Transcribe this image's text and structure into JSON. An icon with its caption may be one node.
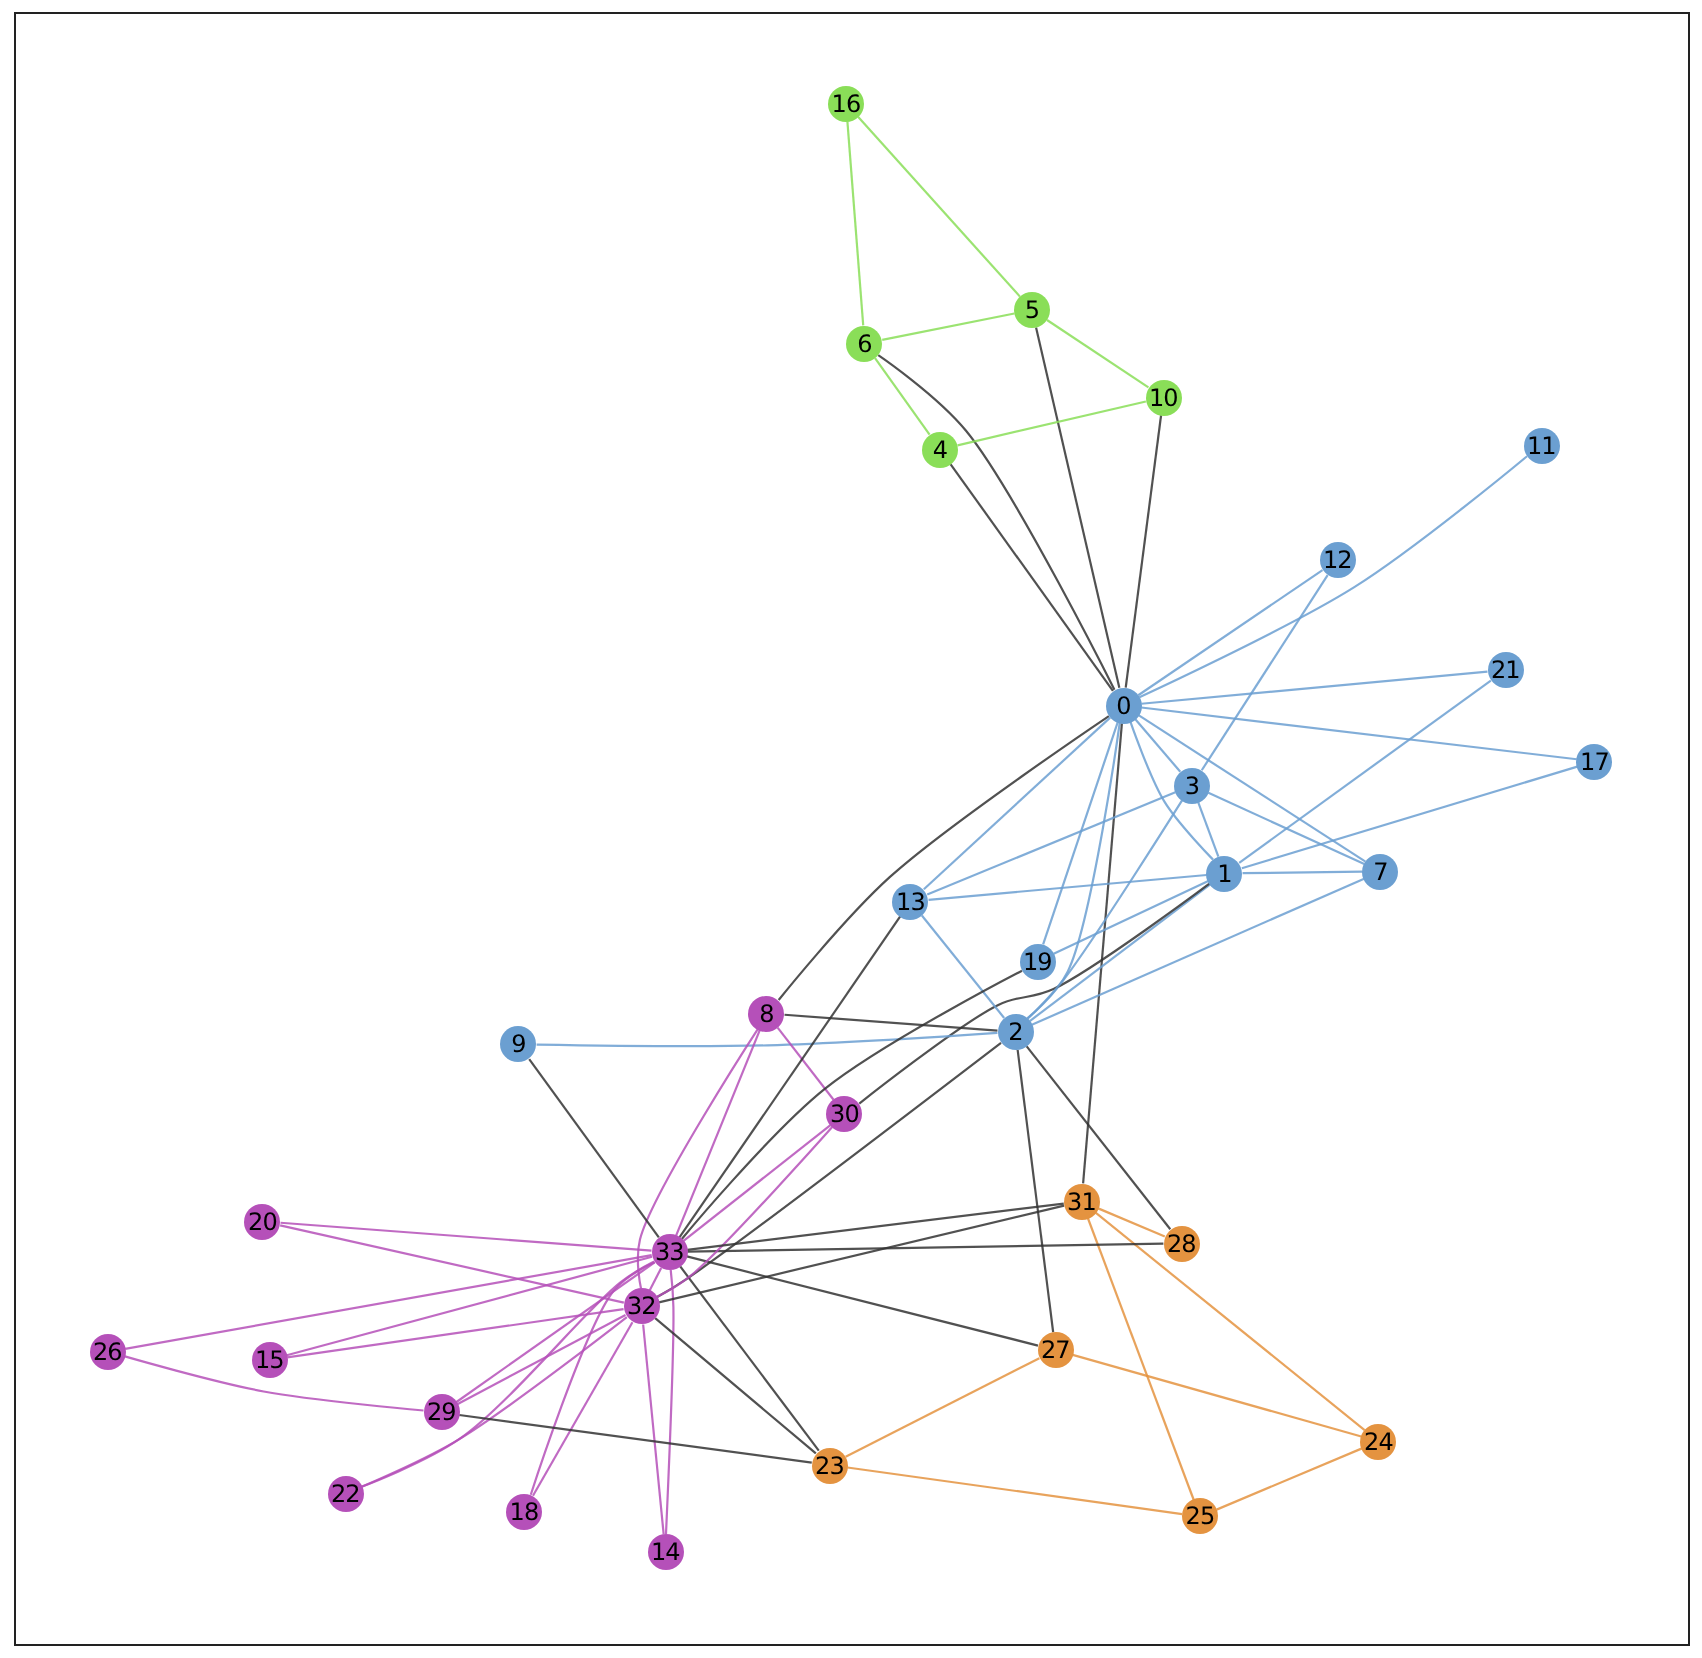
{
  "diagram": {
    "nodes": [
      {
        "text": [
          "0"
        ]
      },
      {
        "text": [
          "1"
        ]
      },
      {
        "text": [
          "2"
        ]
      },
      {
        "text": [
          "3"
        ]
      },
      {
        "text": [
          "4"
        ]
      },
      {
        "text": [
          "5"
        ]
      },
      {
        "text": [
          "6"
        ]
      },
      {
        "text": [
          "7"
        ]
      },
      {
        "text": [
          "8"
        ]
      },
      {
        "text": [
          "9"
        ]
      },
      {
        "text": [
          "10"
        ]
      },
      {
        "text": [
          "11"
        ]
      },
      {
        "text": [
          "12"
        ]
      },
      {
        "text": [
          "13"
        ]
      },
      {
        "text": [
          "14"
        ]
      },
      {
        "text": [
          "15"
        ]
      },
      {
        "text": [
          "16"
        ]
      },
      {
        "text": [
          "17"
        ]
      },
      {
        "text": [
          "18"
        ]
      },
      {
        "text": [
          "19"
        ]
      },
      {
        "text": [
          "20"
        ]
      },
      {
        "text": [
          "21"
        ]
      },
      {
        "text": [
          "22"
        ]
      },
      {
        "text": [
          "23"
        ]
      },
      {
        "text": [
          "24"
        ]
      },
      {
        "text": [
          "25"
        ]
      },
      {
        "text": [
          "26"
        ]
      },
      {
        "text": [
          "27"
        ]
      },
      {
        "text": [
          "28"
        ]
      },
      {
        "text": [
          "29"
        ]
      },
      {
        "text": [
          "30"
        ]
      },
      {
        "text": [
          "31"
        ]
      },
      {
        "text": [
          "32"
        ]
      },
      {
        "text": [
          "33"
        ]
      }
    ],
    "edges": [
      {
        "from": 0,
        "to": 1,
        "arrow": "none"
      },
      {
        "from": 0,
        "to": 2,
        "arrow": "none"
      },
      {
        "from": 0,
        "to": 3,
        "arrow": "none"
      },
      {
        "from": 0,
        "to": 4,
        "arrow": "none",
        "color": "#333333"
      },
      {
        "from": 0,
        "to": 5,
        "arrow": "none",
        "color": "#333333"
      },
      {
        "from": 0,
        "to": 6,
        "arrow": "none",
        "color": "#333333"
      },
      {
        "from": 0,
        "to": 7,
        "arrow": "none"
      },
      {
        "from": 0,
        "to": 8,
        "arrow": "none",
        "color": "#333333"
      },
      {
        "from": 0,
        "to": 10,
        "arrow": "none",
        "color": "#333333"
      },
      {
        "from": 0,
        "to": 11,
        "arrow": "none"
      },
      {
        "from": 0,
        "to": 12,
        "arrow": "none"
      },
      {
        "from": 0,
        "to": 13,
        "arrow": "none"
      },
      {
        "from": 0,
        "to": 17,
        "arrow": "none"
      },
      {
        "from": 0,
        "to": 19,
        "arrow": "none"
      },
      {
        "from": 0,
        "to": 21,
        "arrow": "none"
      },
      {
        "from": 0,
        "to": 31,
        "arrow": "none",
        "color": "#333333"
      },
      {
        "from": 1,
        "to": 2,
        "arrow": "none"
      },
      {
        "from": 1,
        "to": 3,
        "arrow": "none"
      },
      {
        "from": 1,
        "to": 7,
        "arrow": "none"
      },
      {
        "from": 1,
        "to": 13,
        "arrow": "none"
      },
      {
        "from": 1,
        "to": 17,
        "arrow": "none"
      },
      {
        "from": 1,
        "to": 19,
        "arrow": "none"
      },
      {
        "from": 1,
        "to": 21,
        "arrow": "none"
      },
      {
        "from": 1,
        "to": 30,
        "arrow": "none",
        "color": "#333333"
      },
      {
        "from": 2,
        "to": 3,
        "arrow": "none"
      },
      {
        "from": 2,
        "to": 7,
        "arrow": "none"
      },
      {
        "from": 2,
        "to": 8,
        "arrow": "none",
        "color": "#333333"
      },
      {
        "from": 2,
        "to": 9,
        "arrow": "none"
      },
      {
        "from": 2,
        "to": 13,
        "arrow": "none"
      },
      {
        "from": 2,
        "to": 27,
        "arrow": "none",
        "color": "#333333"
      },
      {
        "from": 2,
        "to": 28,
        "arrow": "none",
        "color": "#333333"
      },
      {
        "from": 2,
        "to": 32,
        "arrow": "none",
        "color": "#333333"
      },
      {
        "from": 3,
        "to": 7,
        "arrow": "none"
      },
      {
        "from": 3,
        "to": 12,
        "arrow": "none"
      },
      {
        "from": 3,
        "to": 13,
        "arrow": "none"
      },
      {
        "from": 4,
        "to": 6,
        "arrow": "none",
        "color": "#8ade58"
      },
      {
        "from": 4,
        "to": 10,
        "arrow": "none",
        "color": "#8ade58"
      },
      {
        "from": 5,
        "to": 6,
        "arrow": "none",
        "color": "#8ade58"
      },
      {
        "from": 5,
        "to": 10,
        "arrow": "none",
        "color": "#8ade58"
      },
      {
        "from": 5,
        "to": 16,
        "arrow": "none",
        "color": "#8ade58"
      },
      {
        "from": 6,
        "to": 16,
        "arrow": "none",
        "color": "#8ade58"
      },
      {
        "from": 8,
        "to": 30,
        "arrow": "none",
        "color": "#b550b9"
      },
      {
        "from": 8,
        "to": 32,
        "arrow": "none",
        "color": "#b550b9"
      },
      {
        "from": 8,
        "to": 33,
        "arrow": "none",
        "color": "#b550b9"
      },
      {
        "from": 9,
        "to": 33,
        "arrow": "none",
        "color": "#333333"
      },
      {
        "from": 13,
        "to": 33,
        "arrow": "none",
        "color": "#333333"
      },
      {
        "from": 14,
        "to": 32,
        "arrow": "none",
        "color": "#b550b9"
      },
      {
        "from": 14,
        "to": 33,
        "arrow": "none",
        "color": "#b550b9"
      },
      {
        "from": 15,
        "to": 32,
        "arrow": "none",
        "color": "#b550b9"
      },
      {
        "from": 15,
        "to": 33,
        "arrow": "none",
        "color": "#b550b9"
      },
      {
        "from": 18,
        "to": 32,
        "arrow": "none",
        "color": "#b550b9"
      },
      {
        "from": 18,
        "to": 33,
        "arrow": "none",
        "color": "#b550b9"
      },
      {
        "from": 19,
        "to": 33,
        "arrow": "none",
        "color": "#333333"
      },
      {
        "from": 20,
        "to": 32,
        "arrow": "none",
        "color": "#b550b9"
      },
      {
        "from": 20,
        "to": 33,
        "arrow": "none",
        "color": "#b550b9"
      },
      {
        "from": 22,
        "to": 32,
        "arrow": "none",
        "color": "#b550b9"
      },
      {
        "from": 22,
        "to": 33,
        "arrow": "none",
        "color": "#b550b9"
      },
      {
        "from": 23,
        "to": 25,
        "arrow": "none",
        "color": "#e49340"
      },
      {
        "from": 23,
        "to": 27,
        "arrow": "none",
        "color": "#e49340"
      },
      {
        "from": 23,
        "to": 29,
        "arrow": "none",
        "color": "#333333"
      },
      {
        "from": 23,
        "to": 32,
        "arrow": "none",
        "color": "#333333"
      },
      {
        "from": 23,
        "to": 33,
        "arrow": "none",
        "color": "#333333"
      },
      {
        "from": 24,
        "to": 25,
        "arrow": "none",
        "color": "#e49340"
      },
      {
        "from": 24,
        "to": 27,
        "arrow": "none",
        "color": "#e49340"
      },
      {
        "from": 24,
        "to": 31,
        "arrow": "none",
        "color": "#e49340"
      },
      {
        "from": 25,
        "to": 31,
        "arrow": "none",
        "color": "#e49340"
      },
      {
        "from": 26,
        "to": 29,
        "arrow": "none",
        "color": "#b550b9"
      },
      {
        "from": 26,
        "to": 33,
        "arrow": "none",
        "color": "#b550b9"
      },
      {
        "from": 27,
        "to": 33,
        "arrow": "none",
        "color": "#333333"
      },
      {
        "from": 28,
        "to": 31,
        "arrow": "none",
        "color": "#e49340"
      },
      {
        "from": 28,
        "to": 33,
        "arrow": "none",
        "color": "#333333"
      },
      {
        "from": 29,
        "to": 32,
        "arrow": "none",
        "color": "#b550b9"
      },
      {
        "from": 29,
        "to": 33,
        "arrow": "none",
        "color": "#b550b9"
      },
      {
        "from": 30,
        "to": 32,
        "arrow": "none",
        "color": "#b550b9"
      },
      {
        "from": 30,
        "to": 33,
        "arrow": "none",
        "color": "#b550b9"
      },
      {
        "from": 31,
        "to": 32,
        "arrow": "none",
        "color": "#333333"
      },
      {
        "from": 31,
        "to": 33,
        "arrow": "none",
        "color": "#333333"
      },
      {
        "from": 32,
        "to": 33,
        "arrow": "none",
        "color": "#b550b9"
      }
    ]
  }
}
